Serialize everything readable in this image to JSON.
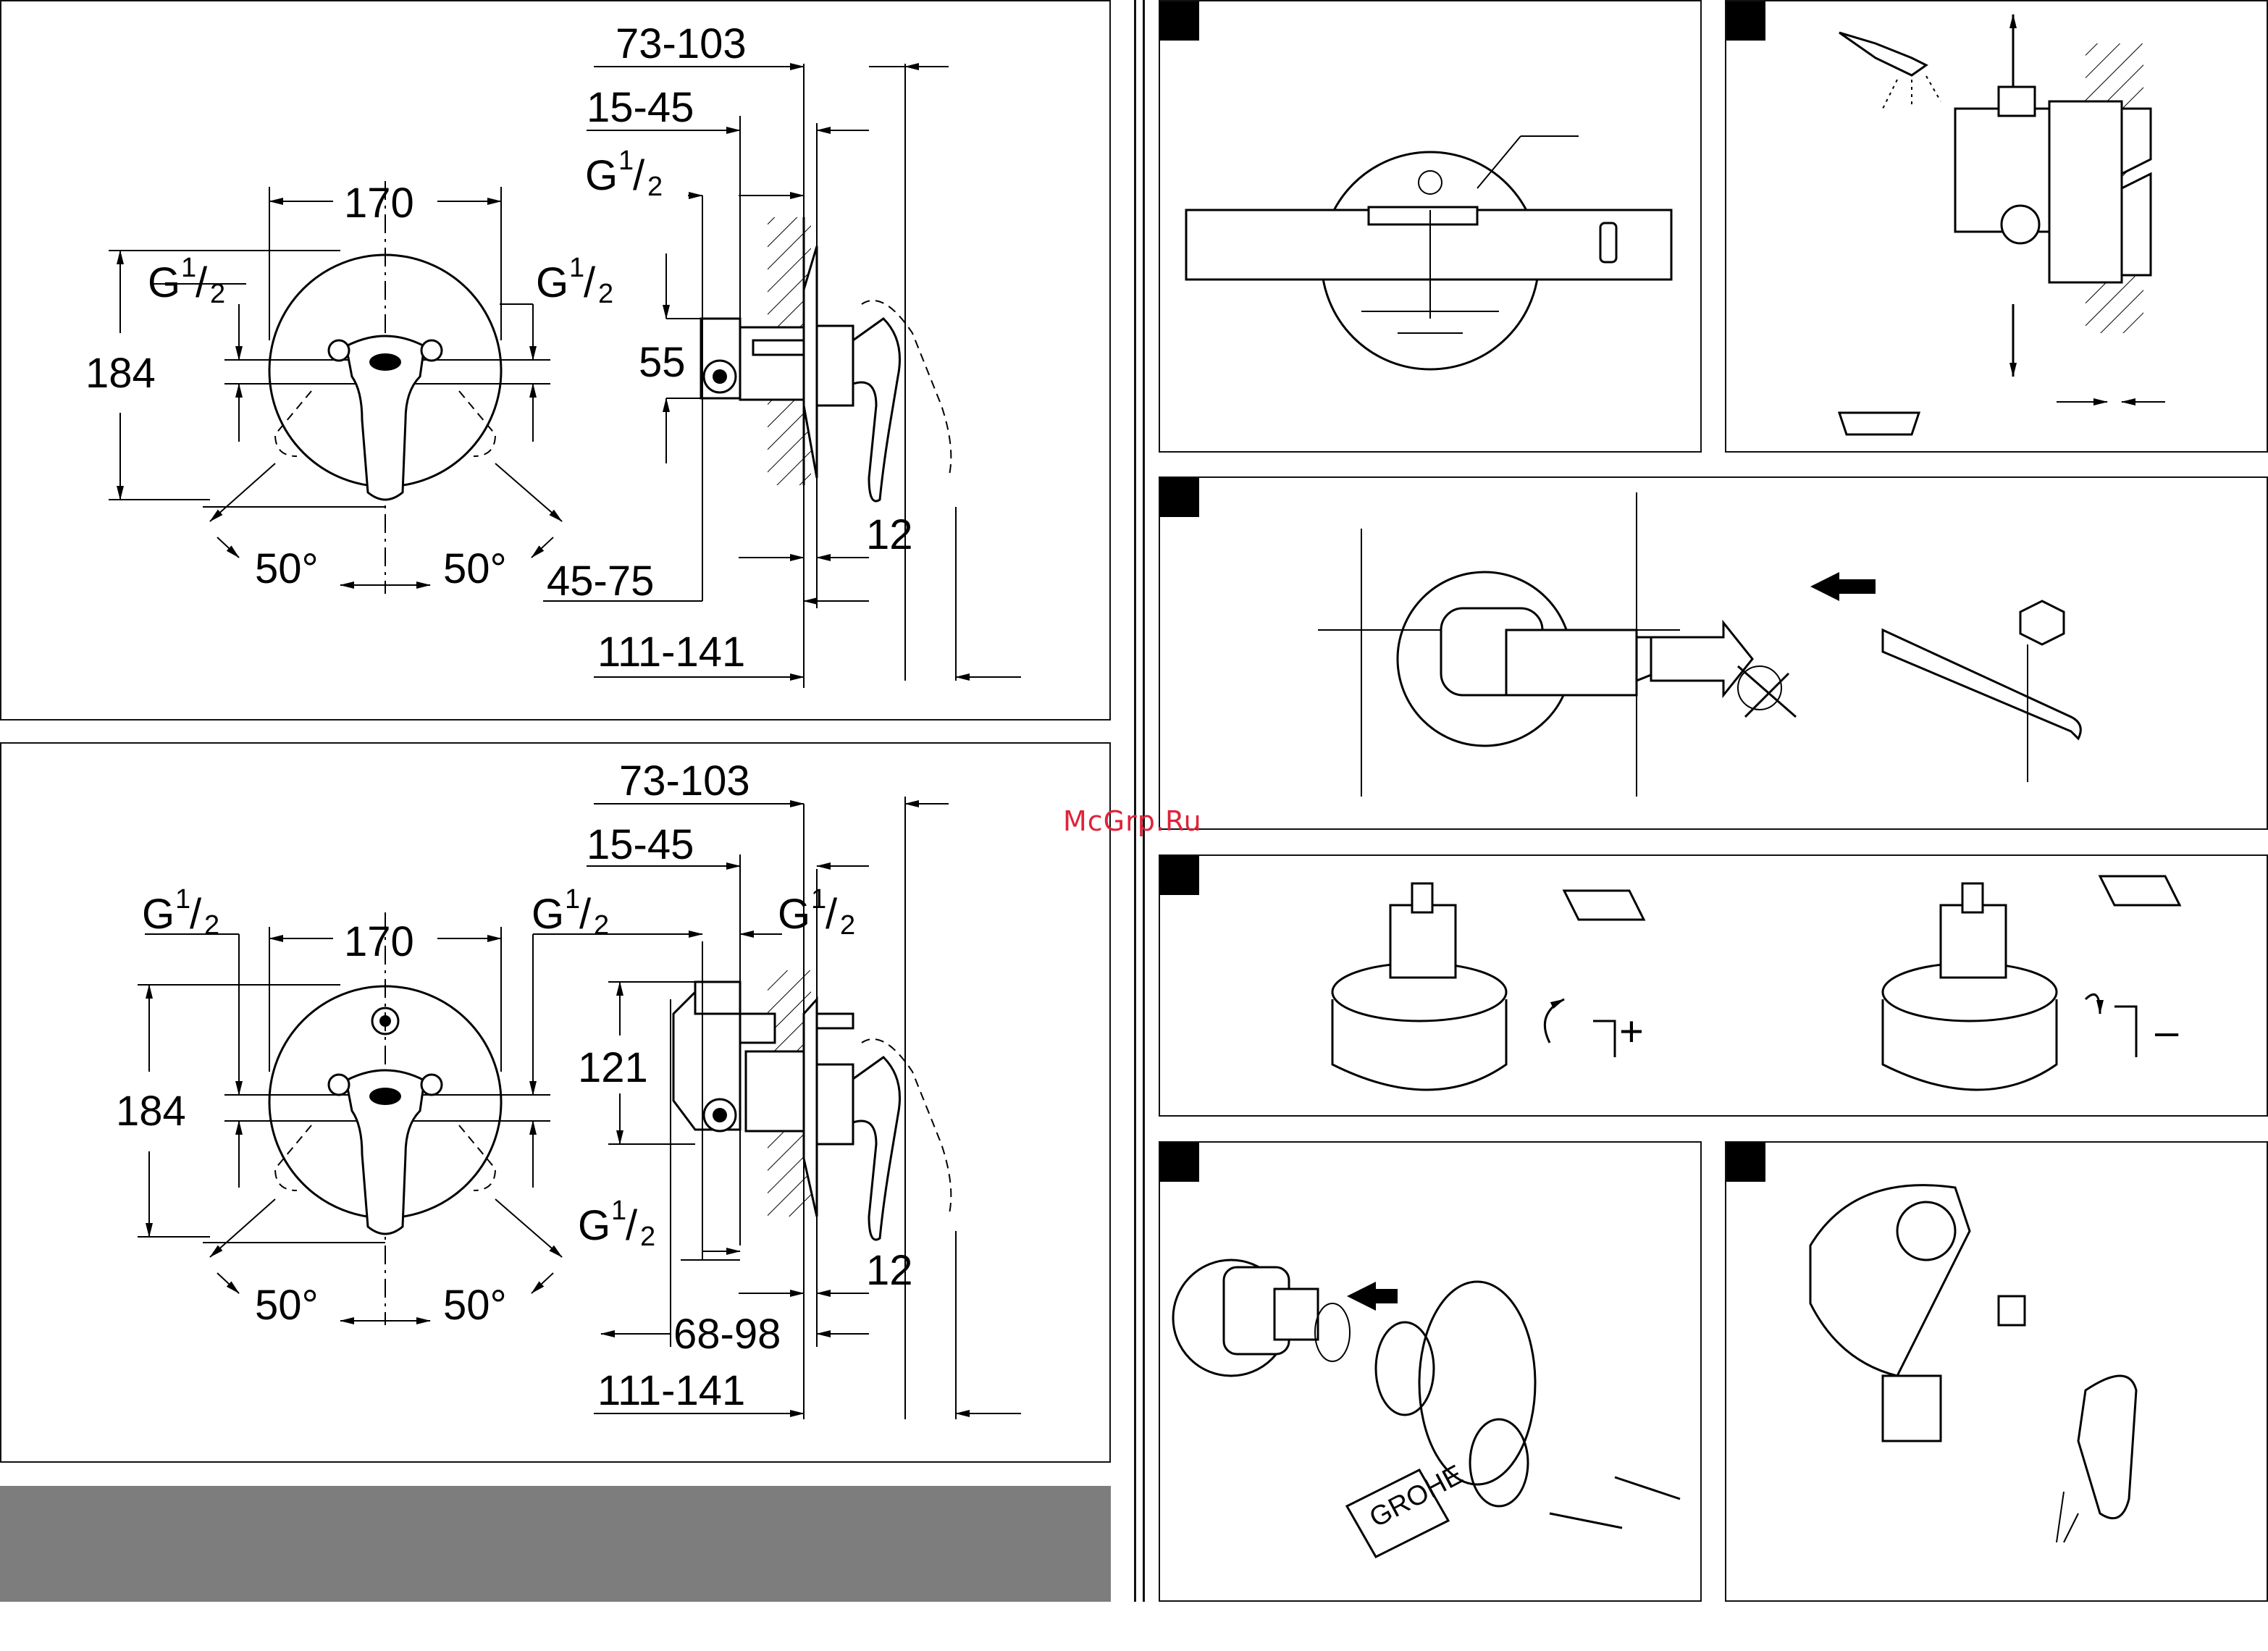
{
  "watermark": "McGrp.Ru",
  "diagram_top": {
    "dim_73_103": "73-103",
    "dim_15_45": "15-45",
    "dim_170": "170",
    "dim_184": "184",
    "dim_55": "55",
    "dim_12": "12",
    "dim_45_75": "45-75",
    "dim_111_141": "111-141",
    "angle_left": "50°",
    "angle_right": "50°",
    "thread_g": "G",
    "thread_num": "1",
    "thread_den": "2"
  },
  "diagram_bottom": {
    "dim_73_103": "73-103",
    "dim_15_45": "15-45",
    "dim_170": "170",
    "dim_184": "184",
    "dim_121": "121",
    "dim_12": "12",
    "dim_68_98": "68-98",
    "dim_111_141": "111-141",
    "angle_left": "50°",
    "angle_right": "50°",
    "thread_g": "G",
    "thread_num": "1",
    "thread_den": "2"
  },
  "steps": {
    "sign_plus": "+",
    "sign_minus": "–",
    "brand_card": "GROHE"
  }
}
